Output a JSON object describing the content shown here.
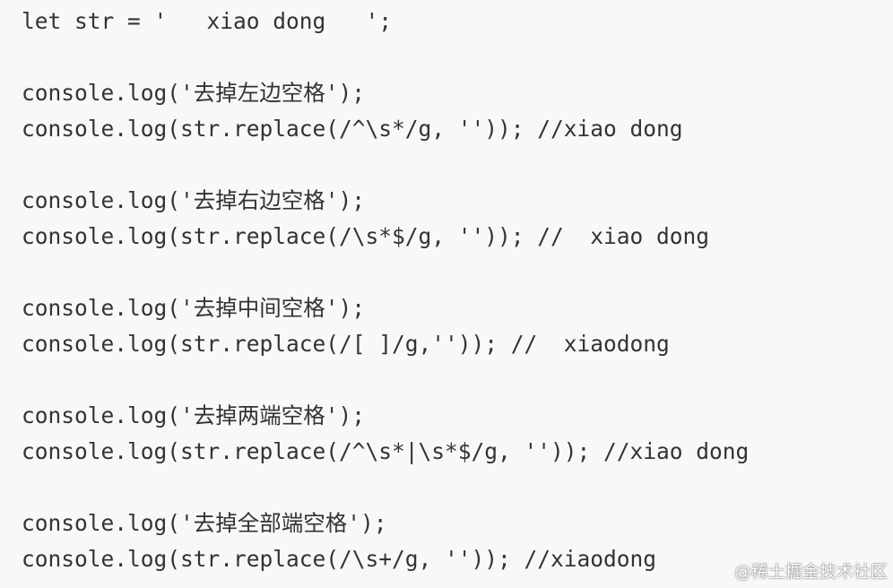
{
  "code": {
    "lines": [
      "let str = '   xiao dong   ';",
      "",
      "console.log('去掉左边空格');",
      "console.log(str.replace(/^\\s*/g, '')); //xiao dong",
      "",
      "console.log('去掉右边空格');",
      "console.log(str.replace(/\\s*$/g, '')); //  xiao dong",
      "",
      "console.log('去掉中间空格');",
      "console.log(str.replace(/[ ]/g,'')); //  xiaodong",
      "",
      "console.log('去掉两端空格');",
      "console.log(str.replace(/^\\s*|\\s*$/g, '')); //xiao dong",
      "",
      "console.log('去掉全部端空格');",
      "console.log(str.replace(/\\s+/g, '')); //xiaodong"
    ]
  },
  "watermark": "@稀土掘金技术社区",
  "colors": {
    "background": "#f8f8f8",
    "text": "#333333"
  }
}
